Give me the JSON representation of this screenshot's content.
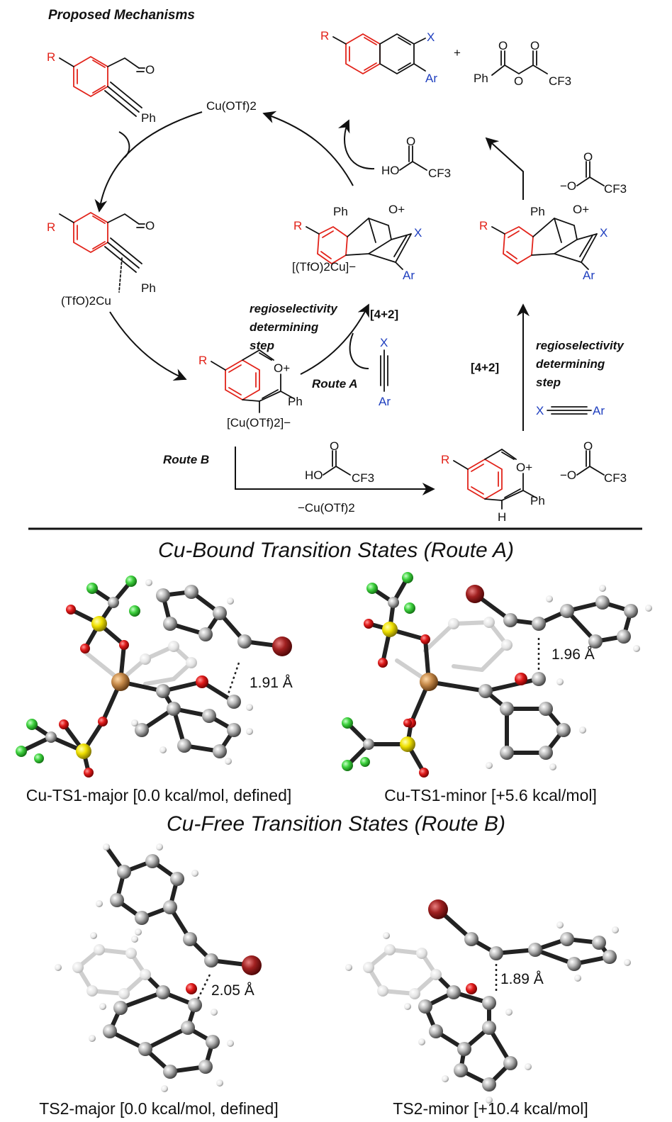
{
  "header": {
    "title": "Proposed Mechanisms"
  },
  "scheme": {
    "catalyst": "Cu(OTf)2",
    "substituent_R": "R",
    "phenyl": "Ph",
    "cu_complex": "(TfO)2Cu",
    "cu_anion_pyrylium": "[Cu(OTf)2]−",
    "cu_anion_bicyclic": "[(TfO)2Cu]−",
    "oxonium": "O+",
    "aldehyde_o": "O",
    "substituent_X": "X",
    "substituent_Ar": "Ar",
    "hydrogen": "H",
    "plus_sign": "+",
    "tfa_acid": "HO",
    "cf3": "CF3",
    "trifluoroacetate": "−O",
    "anhydride_ph": "Ph",
    "anhydride_o": "O",
    "cycloaddition": "[4+2]",
    "regio_note_line1": "regioselectivity",
    "regio_note_line2": "determining",
    "regio_note_line3": "step",
    "route_a": "Route A",
    "route_b": "Route B",
    "minus_cu": "−Cu(OTf)2"
  },
  "sections": {
    "cu_bound_title": "Cu-Bound Transition States (Route A)",
    "cu_free_title": "Cu-Free Transition States (Route B)"
  },
  "transition_states": [
    {
      "caption": "Cu-TS1-major [0.0 kcal/mol, defined]",
      "distance": "1.91 Å"
    },
    {
      "caption": "Cu-TS1-minor [+5.6 kcal/mol]",
      "distance": "1.96 Å"
    },
    {
      "caption": "TS2-major [0.0 kcal/mol, defined]",
      "distance": "2.05 Å"
    },
    {
      "caption": "TS2-minor [+10.4 kcal/mol]",
      "distance": "1.89 Å"
    }
  ],
  "colors": {
    "carbon": "#9a9a9a",
    "oxygen": "#d81b1b",
    "sulfur": "#f2e600",
    "fluorine": "#3fd23f",
    "copper": "#c68a4a",
    "bromine": "#a02020",
    "hydrogen": "#f4f4f4",
    "scheme_red": "#e2231a",
    "scheme_blue": "#1f3fbf"
  }
}
